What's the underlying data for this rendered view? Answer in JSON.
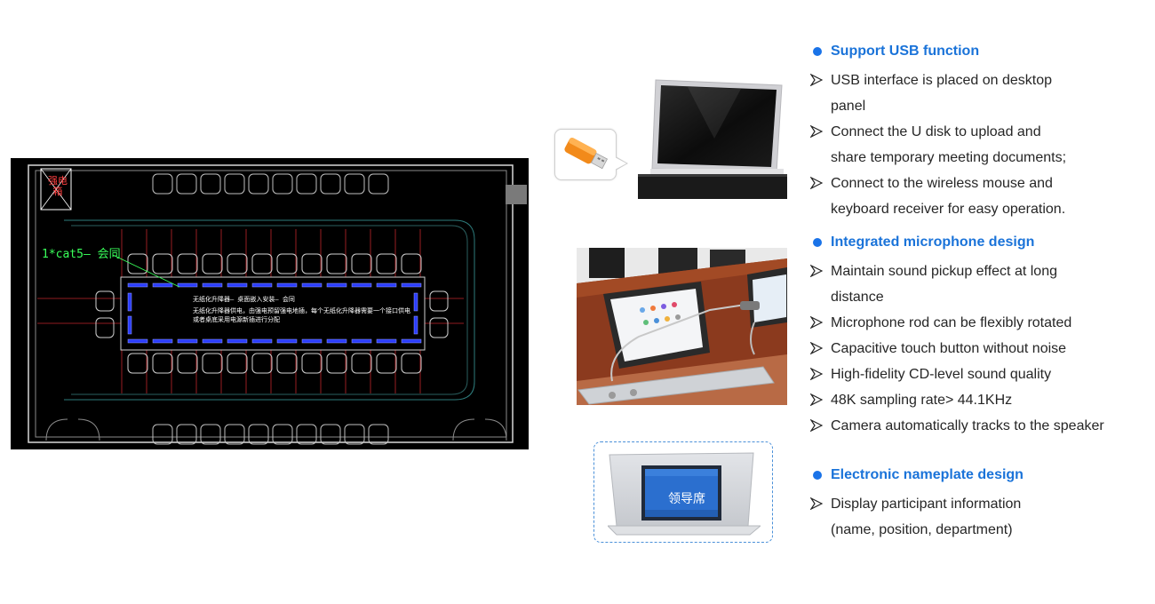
{
  "floorplan": {
    "cable_label": "1*cat5— 会同",
    "note_line1": "无纸化升降器— 桌面嵌入安装— 会同",
    "note_line2": "无纸化升降器供电，由强电预留强电地插，每个无纸化升降器需要一个接口供电",
    "note_line3": "或者桌底采用电源新插进行分配",
    "stamp": "强电箱"
  },
  "nameplate": {
    "screen_text": "领导席"
  },
  "sections": [
    {
      "title": "Support USB function",
      "bullets": [
        "USB interface is placed on desktop",
        "panel",
        "Connect the U disk to upload and",
        "share temporary meeting documents;",
        "Connect to the wireless mouse and",
        "keyboard receiver for easy operation."
      ]
    },
    {
      "title": "Integrated microphone design",
      "bullets": [
        "Maintain sound pickup effect at long",
        "distance",
        "Microphone rod can be flexibly rotated",
        "Capacitive touch button without noise",
        "High-fidelity CD-level sound quality",
        "48K sampling rate> 44.1KHz",
        "Camera automatically tracks to the speaker"
      ]
    },
    {
      "title": "Electronic nameplate design",
      "bullets": [
        "Display participant information",
        "(name, position, department)"
      ]
    }
  ],
  "colors": {
    "accent": "#1a73d9",
    "text": "#262626"
  }
}
